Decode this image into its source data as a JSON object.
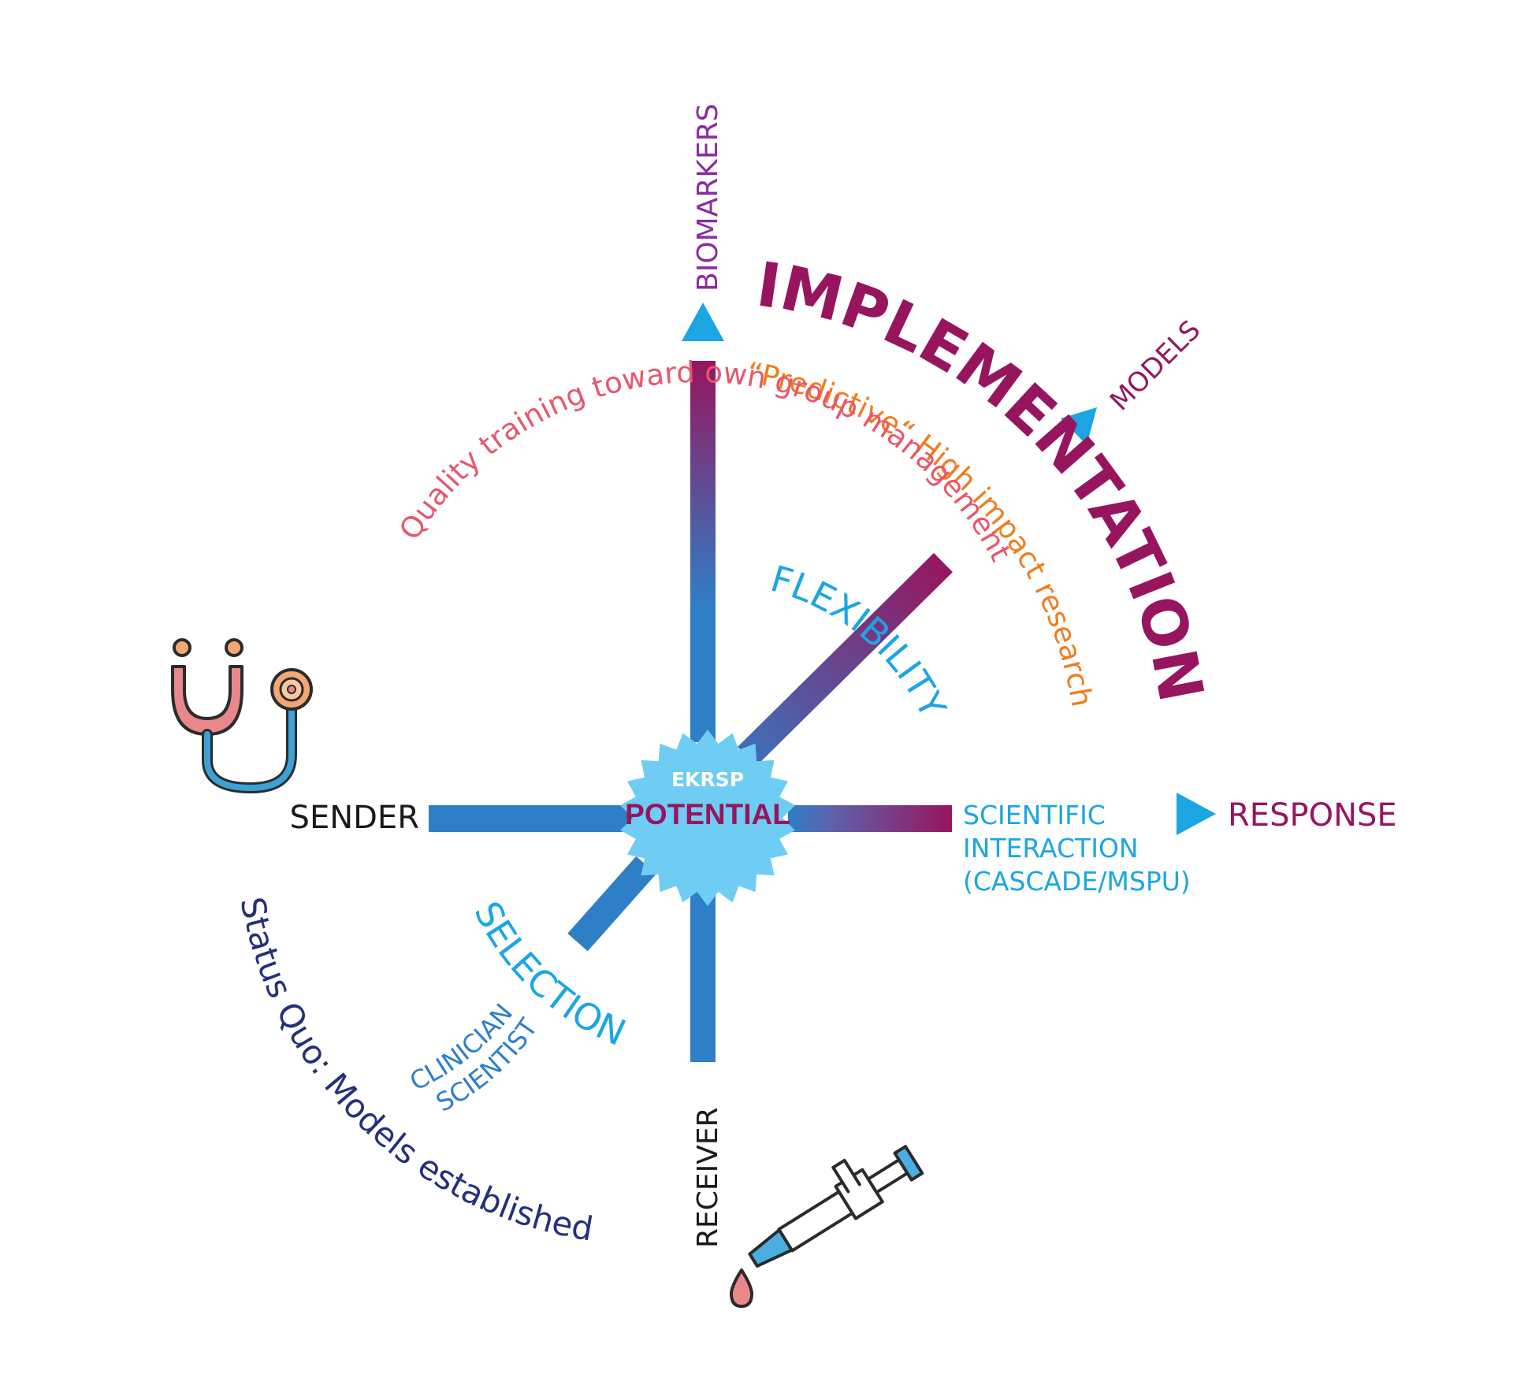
{
  "center": {
    "top": "EKRSP",
    "main": "POTENTIAL"
  },
  "axes": {
    "up": "BIOMARKERS",
    "diagonal": "MODELS",
    "right": "RESPONSE",
    "left": "SENDER",
    "down": "RECEIVER"
  },
  "right_note": [
    "SCIENTIFIC",
    "INTERACTION",
    "(CASCADE/MSPU)"
  ],
  "arcs": {
    "implementation": "IMPLEMENTATION",
    "predictive": "“Predictive“ High impact research",
    "quality": "Quality training toward own group management",
    "flexibility": "FLEXIBILITY",
    "selection": "SELECTION",
    "clinician": "CLINICIAN",
    "scientist": "SCIENTIST",
    "status_quo": "Status Quo: Models established"
  },
  "icons": [
    "stethoscope-icon",
    "pipette-icon"
  ],
  "colors": {
    "blue": "#2e7fc8",
    "magenta": "#97155e",
    "cyan": "#1ba6e3",
    "orange": "#ef7d1e",
    "coral": "#e9566a",
    "purple": "#8a2da0",
    "navy": "#25307a",
    "star": "#6fccf2",
    "black": "#1a1a1a"
  }
}
